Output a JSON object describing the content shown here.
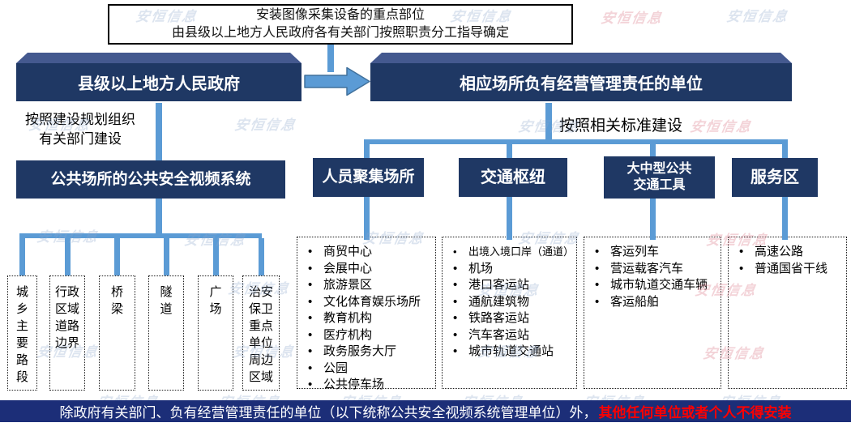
{
  "top_note": {
    "line1": "安装图像采集设备的重点部位",
    "line2": "由县级以上地方人民政府各有关部门按照职责分工指导确定"
  },
  "left_branch": {
    "gov_label": "县级以上地方人民政府",
    "note_line1": "按照建设规划组织",
    "note_line2": "有关部门建设",
    "system_label": "公共场所的公共安全视频系统",
    "leaf_boxes": [
      "城乡主要路段",
      "行政区域道路边界",
      "桥梁",
      "隧道",
      "广场",
      "治安保卫重点单位周边区域"
    ]
  },
  "right_branch": {
    "unit_label": "相应场所负有经营管理责任的单位",
    "note": "按照相关标准建设",
    "categories": [
      {
        "label": "人员聚集场所",
        "items": [
          "商贸中心",
          "会展中心",
          "旅游景区",
          "文化体育娱乐场所",
          "教育机构",
          "医疗机构",
          "政务服务大厅",
          "公园",
          "公共停车场"
        ]
      },
      {
        "label": "交通枢纽",
        "items": [
          "出境入境口岸（通道）",
          "机场",
          "港口客运站",
          "通航建筑物",
          "铁路客运站",
          "汽车客运站",
          "城市轨道交通站"
        ]
      },
      {
        "label": "大中型公共交通工具",
        "items": [
          "客运列车",
          "营运载客汽车",
          "城市轨道交通车辆",
          "客运船舶"
        ]
      },
      {
        "label": "服务区",
        "items": [
          "高速公路",
          "普通国省干线"
        ]
      }
    ]
  },
  "footer": {
    "text_white": "除政府有关部门、负有经营管理责任的单位（以下统称公共安全视频系统管理单位）外，",
    "text_red": "其他任何单位或者个人不得安装"
  },
  "watermark": {
    "text": "安恒信息"
  },
  "colors": {
    "box_navy": "#1F3864",
    "bevel_blue": "#44598F",
    "connector_blue": "#5B9BD5",
    "footer_bg": "#1C2E78",
    "alert_red": "#FF0000",
    "watermark_blue": "#8FA8CC",
    "watermark_red": "#E08E9B"
  }
}
